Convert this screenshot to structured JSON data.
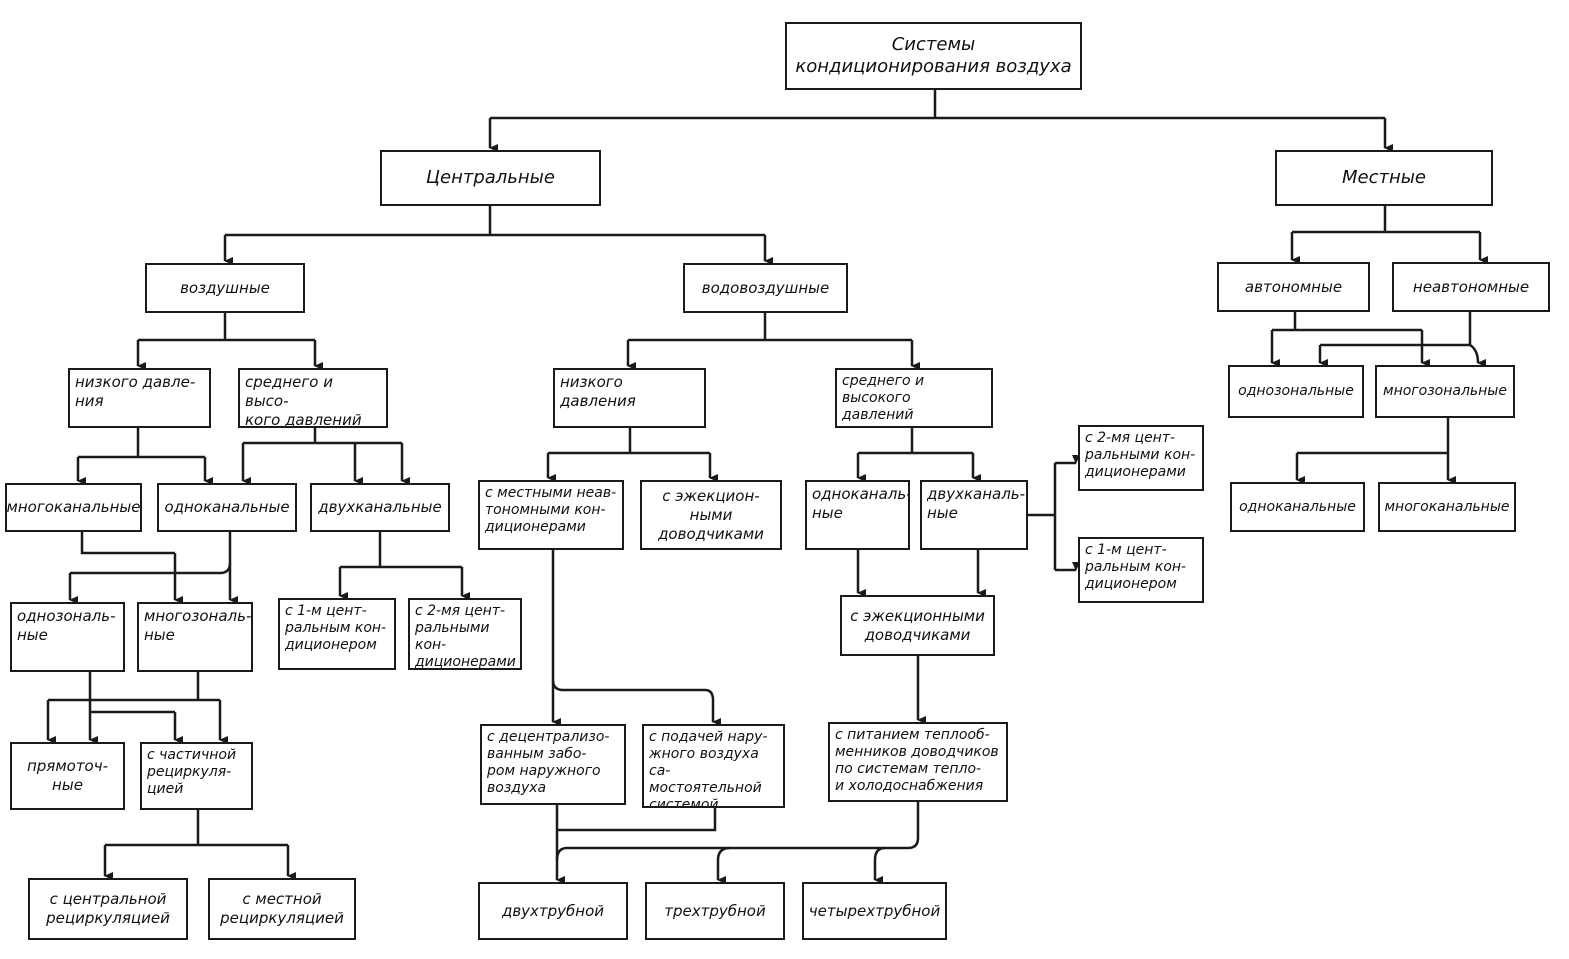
{
  "nodes": {
    "root": "Системы\nкондиционирования  воздуха",
    "central": "Центральные",
    "local": "Местные",
    "air": "воздушные",
    "water_air": "водовоздушные",
    "autonomous": "автономные",
    "non_autonomous": "неавтономные",
    "air_low": "низкого давле-\nния",
    "air_mid_high": "среднего и высо-\nкого давлений",
    "wa_low": "низкого давления",
    "wa_mid_high": "среднего и высокого\nдавлений",
    "local_single_zone": "однозональные",
    "local_multi_zone": "многозональные",
    "air_multichannel": "многоканальные",
    "air_single_channel": "одноканальные",
    "air_double_channel": "двухканальные",
    "wa_local_units": "с местными неав-\nтономными кон-\nдиционерами",
    "wa_ejection": "с эжекцион-\nными\nдоводчиками",
    "wa_single_ch": "одноканаль-\nные",
    "wa_double_ch": "двухканаль-\nные",
    "wa_two_central": "с 2-мя цент-\nральными кон-\nдиционерами",
    "wa_one_central": "с 1-м цент-\nральным кон-\nдиционером",
    "local_single_ch": "одноканальные",
    "local_multi_ch": "многоканальные",
    "air_single_zone": "однозональ-\nные",
    "air_multi_zone": "многозональ-\nные",
    "air_one_central": "с 1-м цент-\nральным кон-\nдиционером",
    "air_two_central": "с 2-мя цент-\nральными кон-\nдиционерами",
    "wa_ejection_units": "с эжекционными\nдоводчиками",
    "air_once_through": "прямоточ-\nные",
    "air_partial_recirc": "с частичной\nрециркуля-\nцией",
    "wa_decentral_intake": "с децентрализо-\nванным забо-\nром наружного\nвоздуха",
    "wa_separate_supply": "с подачей нару-\nжного воздуха са-\nмостоятельной\nсистемой",
    "wa_heat_exchangers": "с питанием теплооб-\nменников доводчиков\nпо системам тепло-\nи холодоснабжения",
    "air_central_recirc": "с центральной\nрециркуляцией",
    "air_local_recirc": "с местной\nрециркуляцией",
    "two_pipe": "двухтрубной",
    "three_pipe": "трехтрубной",
    "four_pipe": "четырехтрубной"
  }
}
